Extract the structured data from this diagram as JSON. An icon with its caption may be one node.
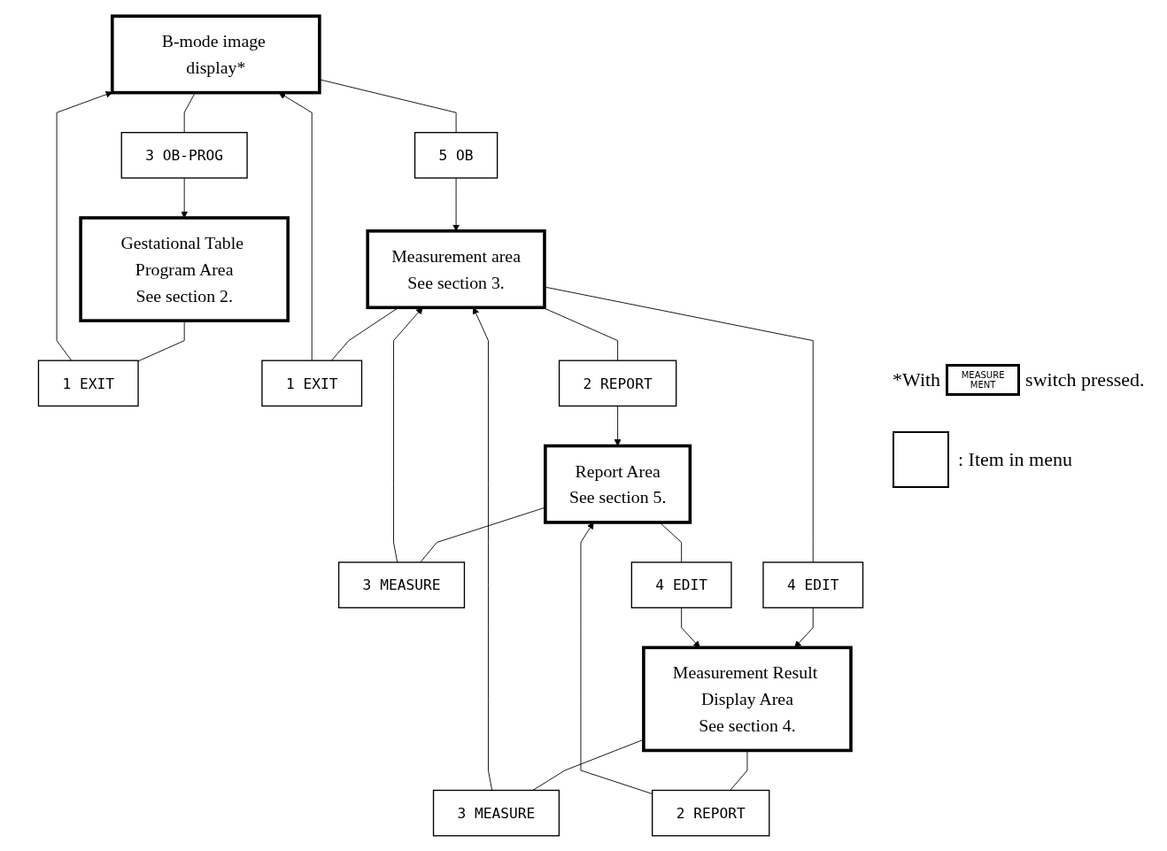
{
  "diagram": {
    "nodes": [
      {
        "text": [
          "B-mode image display*"
        ]
      },
      {
        "text": [
          "1 EXIT"
        ]
      },
      {
        "text": [
          "3 OB-PROG"
        ]
      },
      {
        "text": [
          "5 OB"
        ]
      },
      {
        "text": [
          "1 EXIT"
        ]
      },
      {
        "text": [
          "Gestational Table Program Area",
          "See section 2."
        ]
      },
      {
        "text": [
          "Measurement area",
          "See section 3."
        ]
      },
      {
        "text": [
          "3 MEASURE"
        ]
      },
      {
        "text": [
          "2 REPORT"
        ]
      },
      {
        "text": [
          "4 EDIT"
        ]
      },
      {
        "text": [
          "3 MEASURE"
        ]
      },
      {
        "text": [
          "Report Area",
          "See section 5."
        ]
      },
      {
        "text": [
          "4 EDIT"
        ]
      },
      {
        "text": [
          "Measurement Result Display Area",
          "See section 4."
        ]
      },
      {
        "text": [
          "2 REPORT"
        ]
      }
    ],
    "edges": [
      {
        "from": 0,
        "to": 2,
        "arrow": "none"
      },
      {
        "from": 2,
        "to": 5,
        "arrow": "to"
      },
      {
        "from": 5,
        "to": 1,
        "arrow": "none"
      },
      {
        "from": 1,
        "to": 0,
        "arrow": "to"
      },
      {
        "from": 0,
        "to": 3,
        "arrow": "none"
      },
      {
        "from": 3,
        "to": 6,
        "arrow": "to"
      },
      {
        "from": 6,
        "to": 4,
        "arrow": "none"
      },
      {
        "from": 4,
        "to": 0,
        "arrow": "to"
      },
      {
        "from": 11,
        "to": 7,
        "arrow": "none"
      },
      {
        "from": 7,
        "to": 6,
        "arrow": "to"
      },
      {
        "from": 6,
        "to": 8,
        "arrow": "none"
      },
      {
        "from": 8,
        "to": 11,
        "arrow": "to"
      },
      {
        "from": 6,
        "to": 9,
        "arrow": "none"
      },
      {
        "from": 9,
        "to": 13,
        "arrow": "to"
      },
      {
        "from": 13,
        "to": 10,
        "arrow": "none"
      },
      {
        "from": 10,
        "to": 6,
        "arrow": "to"
      },
      {
        "from": 11,
        "to": 12,
        "arrow": "none"
      },
      {
        "from": 12,
        "to": 13,
        "arrow": "to"
      },
      {
        "from": 13,
        "to": 14,
        "arrow": "none"
      },
      {
        "from": 14,
        "to": 11,
        "arrow": "to"
      }
    ],
    "labels": [
      "*With",
      "MEASURE MENT",
      "switch pressed."
    ],
    "legend": [
      {
        "text": ": Item in menu"
      }
    ]
  }
}
